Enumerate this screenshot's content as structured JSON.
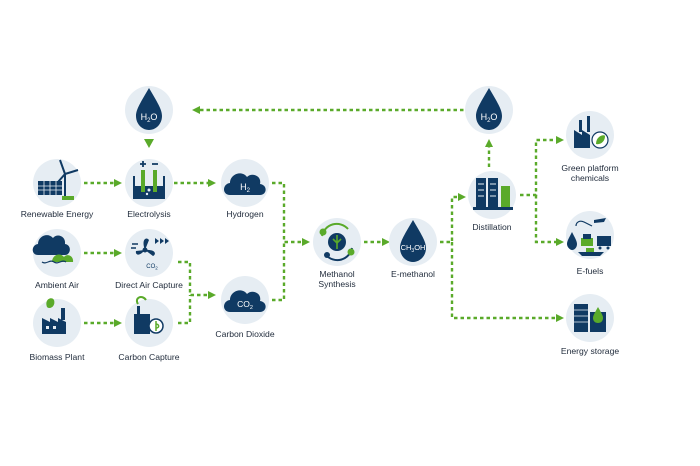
{
  "colors": {
    "green": "#5aaa2a",
    "navy": "#103a63",
    "circle": "#e6edf3",
    "text": "#1f2a3a"
  },
  "nodes": {
    "water_left": {
      "label": "",
      "icon": "water-drop-icon",
      "text": "H2O"
    },
    "water_right": {
      "label": "",
      "icon": "water-drop-icon",
      "text": "H2O"
    },
    "renewable_energy": {
      "label": "Renewable Energy",
      "icon": "solar-wind-icon"
    },
    "electrolysis": {
      "label": "Electrolysis",
      "icon": "electrolysis-icon"
    },
    "hydrogen": {
      "label": "Hydrogen",
      "icon": "hydrogen-cloud-icon",
      "text": "H2"
    },
    "ambient_air": {
      "label": "Ambient Air",
      "icon": "air-cloud-icon"
    },
    "direct_air_capture": {
      "label": "Direct Air Capture",
      "icon": "fan-icon",
      "text": "CO2"
    },
    "carbon_dioxide": {
      "label": "Carbon Dioxide",
      "icon": "co2-cloud-icon",
      "text": "CO2"
    },
    "biomass_plant": {
      "label": "Biomass Plant",
      "icon": "biomass-factory-icon"
    },
    "carbon_capture": {
      "label": "Carbon Capture",
      "icon": "carbon-capture-icon"
    },
    "methanol_synthesis": {
      "label_line1": "Methanol",
      "label_line2": "Synthesis",
      "icon": "synthesis-cycle-icon"
    },
    "e_methanol": {
      "label": "E-methanol",
      "icon": "methanol-drop-icon",
      "text": "CH3OH"
    },
    "distillation": {
      "label": "Distillation",
      "icon": "distillation-column-icon"
    },
    "green_chemicals": {
      "label_line1": "Green platform",
      "label_line2": "chemicals",
      "icon": "green-factory-icon"
    },
    "e_fuels": {
      "label": "E-fuels",
      "icon": "transport-icon"
    },
    "energy_storage": {
      "label": "Energy storage",
      "icon": "storage-tank-icon"
    }
  }
}
